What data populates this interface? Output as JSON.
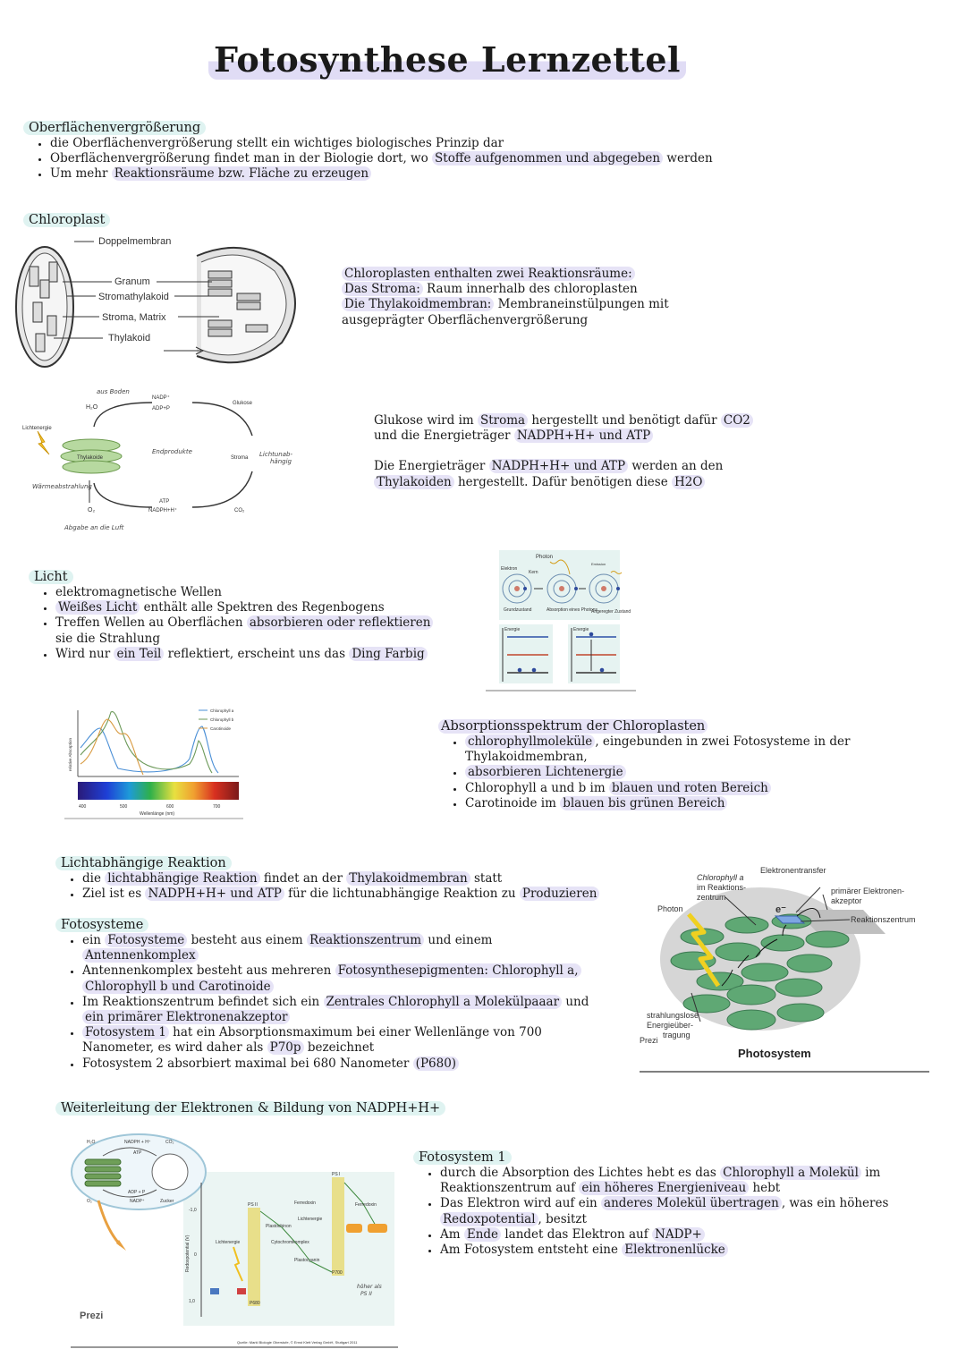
{
  "title": "Fotosynthese Lernzettel",
  "oberflaeche": {
    "heading": "Oberflächenvergrößerung",
    "b1": "die Oberflächenvergrößerung stellt ein wichtiges biologisches Prinzip dar",
    "b2_pre": "Oberflächenvergrößerung findet man in der Biologie dort, wo ",
    "b2_hl": "Stoffe aufgenommen und abgegeben",
    "b2_post": " werden",
    "b3_pre": "Um mehr ",
    "b3_hl": "Reaktionsräume bzw. Fläche zu erzeugen"
  },
  "chloroplast": {
    "heading": "Chloroplast",
    "labels": [
      "Doppelmembran",
      "Granum",
      "Stromathylakoid",
      "Stroma, Matrix",
      "Thylakoid"
    ],
    "p1": "Chloroplasten enthalten zwei Reaktionsräume:",
    "p2_hl": "Das Stroma:",
    "p2_post": " Raum innerhalb des chloroplasten",
    "p3_hl": "Die Thylakoidmembran:",
    "p3_post": " Membraneinstülpungen mit",
    "p4": "ausgeprägter Oberflächenvergrößerung"
  },
  "cycle": {
    "labels": {
      "boden": "aus Boden",
      "h2o": "H₂O",
      "nadp": "NADP⁺",
      "adp": "ADP+P",
      "glukose": "Glukose",
      "lichtenergie": "Lichtenergie",
      "thylakoide": "Thylakoide",
      "endprodukte": "Endprodukte",
      "stroma": "Stroma",
      "lichtunab": "Lichtunab-",
      "haengig": "hängig",
      "waerme": "Wärmeabstrahlung",
      "atp": "ATP",
      "nadph": "NADPH+H⁺",
      "o2": "O₂",
      "co2": "CO₂",
      "abgabe": "Abgabe an die Luft"
    },
    "t1_a": "Glukose wird im ",
    "t1_hl1": "Stroma",
    "t1_b": " hergestellt und benötigt dafür ",
    "t1_hl2": "CO2",
    "t2_a": "und die Energieträger ",
    "t2_hl": "NADPH+H+ und ATP",
    "t3_a": "Die Energieträger ",
    "t3_hl": "NADPH+H+ und ATP",
    "t3_b": " werden an den",
    "t4_hl1": "Thylakoiden",
    "t4_a": " hergestellt. Dafür benötigen diese ",
    "t4_hl2": "H2O"
  },
  "licht": {
    "heading": "Licht",
    "b1": "elektromagnetische Wellen",
    "b2_hl": "Weißes Licht",
    "b2_post": " enthält alle Spektren des Regenbogens",
    "b3_pre": "Treffen Wellen au Oberflächen ",
    "b3_hl": "absorbieren oder reflektieren",
    "b3_line2": "sie die Strahlung",
    "b4_pre": "Wird nur ",
    "b4_hl1": "ein Teil",
    "b4_mid": " reflektiert, erscheint uns das ",
    "b4_hl2": "Ding Farbig",
    "atom_labels": {
      "photon": "Photon",
      "elektron": "Elektron",
      "kern": "Kern",
      "emission": "Emission",
      "grund": "Grundzustand",
      "absorption": "Absorption eines Photons",
      "angeregt": "Angeregter Zustand",
      "energie": "Energie"
    }
  },
  "spektrum": {
    "legend": [
      "Chlorophyll a",
      "Chlorophyll b",
      "Carotinoide"
    ],
    "ylabel": "relative Absorption",
    "xlabel": "Wellenlänge (nm)",
    "ticks": [
      "400",
      "500",
      "600",
      "700"
    ],
    "heading": "Absorptionsspektrum der Chloroplasten",
    "b1_hl": "chlorophyllmoleküle",
    "b1_post": ", eingebunden in zwei Fotosysteme in der",
    "b1_line2": "Thylakoidmembran,",
    "b2_hl": "absorbieren Lichtenergie",
    "b3_pre": "Chlorophyll a und b im ",
    "b3_hl": "blauen und roten Bereich",
    "b4_pre": "Carotinoide im ",
    "b4_hl": "blauen bis grünen Bereich"
  },
  "lichtabhaengig": {
    "heading": "Lichtabhängige Reaktion",
    "b1_pre": "die ",
    "b1_hl1": "lichtabhängige Reaktion",
    "b1_mid": " findet an der ",
    "b1_hl2": "Thylakoidmembran",
    "b1_post": " statt",
    "b2_pre": "Ziel ist es ",
    "b2_hl1": "NADPH+H+ und ATP",
    "b2_mid": " für die lichtunabhängige Reaktion zu ",
    "b2_hl2": "Produzieren",
    "fs_heading": "Fotosysteme",
    "f1_pre": "ein ",
    "f1_hl1": "Fotosysteme",
    "f1_mid": " besteht aus einem ",
    "f1_hl2": "Reaktionszentrum",
    "f1_post": " und einem",
    "f1_line2": "Antennenkomplex",
    "f2_pre": "Antennenkomplex besteht aus mehreren ",
    "f2_hl": "Fotosynthesepigmenten: Chlorophyll a,",
    "f2_line2": "Chlorophyll b und Carotinoide",
    "f3_pre": "Im Reaktionszentrum befindet sich ein ",
    "f3_hl": "Zentrales Chlorophyll a Molekülpaaar",
    "f3_post": " und",
    "f3_line2": "ein primärer Elektronenakzeptor",
    "f4_pre": "Fotosystem 1",
    "f4_mid": " hat ein Absorptionsmaximum bei einer Wellenlänge von 700",
    "f4_line2_pre": "Nanometer, es wird daher als ",
    "f4_line2_hl": "P70p",
    "f4_line2_post": " bezeichnet",
    "f5_pre": "Fotosystem 2",
    "f5_mid": " absorbiert maximal bei 680 Nanometer ",
    "f5_hl": "(P680)",
    "diagram": {
      "transfer": "Elektronentransfer",
      "chlorophyll1": "Chlorophyll a",
      "chlorophyll2": "im Reaktions-",
      "chlorophyll3": "zentrum",
      "primaer1": "primärer Elektronen-",
      "primaer2": "akzeptor",
      "photon": "Photon",
      "rz": "Reaktionszentrum",
      "e": "e⁻",
      "strahl1": "strahlungslose",
      "strahl2": "Energieüber-",
      "strahl3": "tragung",
      "prezi": "Prezi",
      "caption": "Photosystem"
    }
  },
  "weiterleitung": {
    "heading": "Weiterleitung der Elektronen & Bildung von NADPH+H+",
    "fs1_heading": "Fotosystem 1",
    "b1_pre": "durch die Absorption des Lichtes hebt es das ",
    "b1_hl": "Chlorophyll a Molekül",
    "b1_post": " im",
    "b1_line2_pre": "Reaktionszentrum auf ",
    "b1_line2_hl": "ein höheres Energieniveau",
    "b1_line2_post": " hebt",
    "b2_pre": "Das Elektron wird auf ein ",
    "b2_hl": "anderes Molekül übertragen",
    "b2_post": ", was ein höheres",
    "b2_line2_hl": "Redoxpotential",
    "b2_line2_post": ", besitzt",
    "b3_pre": "Am ",
    "b3_hl1": "Ende",
    "b3_mid": " landet das Elektron auf ",
    "b3_hl2": "NADP+",
    "b4_pre": "Am Fotosystem entsteht eine ",
    "b4_hl": "Elektronenlücke",
    "diagram": {
      "h2o": "H₂O",
      "nadph": "NADPH + H⁺",
      "co2": "CO₂",
      "atp": "ATP",
      "adp": "ADP + P",
      "nadp": "NADP⁺",
      "o2": "O₂",
      "zucker": "Zucker",
      "prezi": "Prezi",
      "ps2": "PS II",
      "ps1": "PS I",
      "ferredoxin": "Ferredoxin",
      "plastochinon": "Plastochinon",
      "licht": "Lichtenergie",
      "cyto": "Cytochromkomplex",
      "plastocyanin": "Plastocyanin",
      "lichtenergie2": "Lichtenergie",
      "redox": "Redoxpotential (V)",
      "y1": "-1,0",
      "y2": "0",
      "y3": "1,0",
      "p680": "P680",
      "p700": "P700",
      "hoeher1": "höher als",
      "hoeher2": "PS II",
      "source": "Quelle: Markl Biologie Oberstufe, © Ernst Klett Verlag GmbH, Stuttgart 2011"
    }
  }
}
